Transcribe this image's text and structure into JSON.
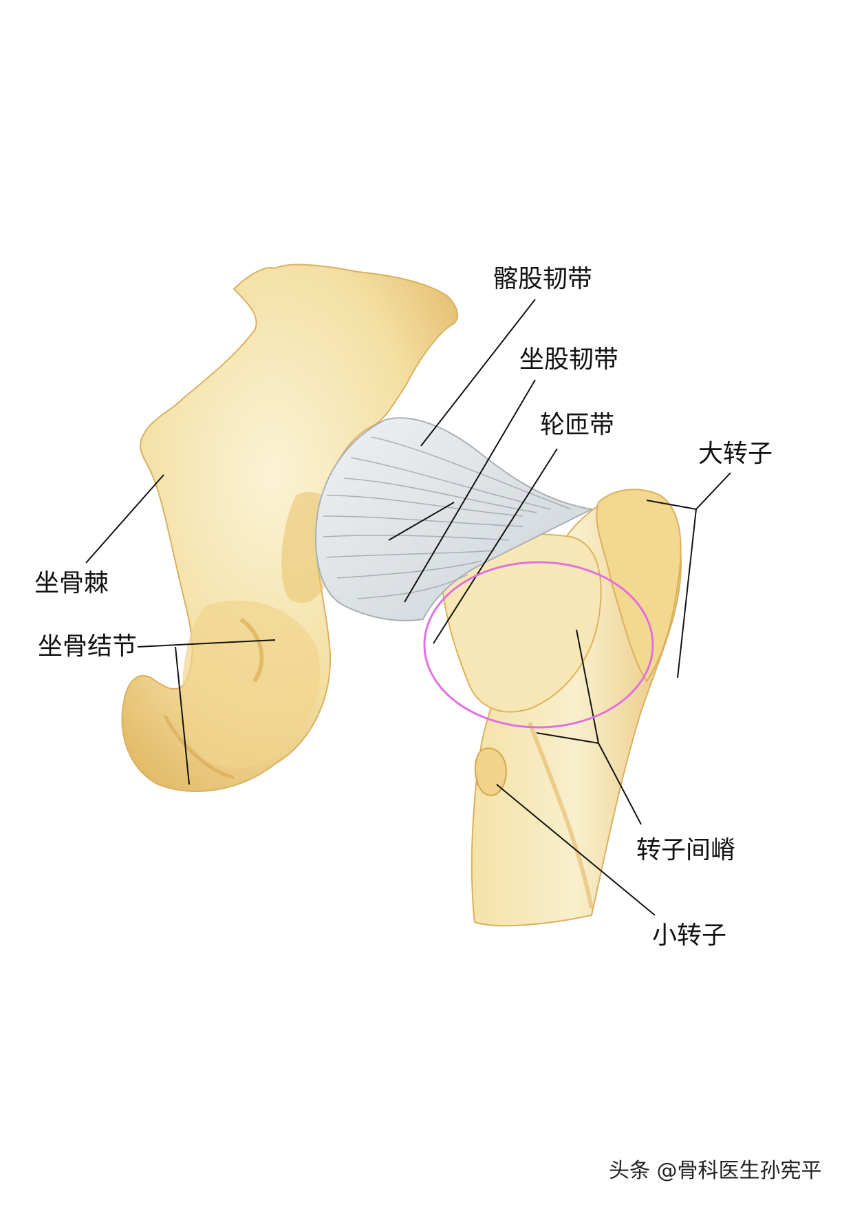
{
  "labels": {
    "iliofemoral_ligament": "髂股韧带",
    "ischiofemoral_ligament": "坐股韧带",
    "zona_orbicularis": "轮匝带",
    "greater_trochanter": "大转子",
    "ischial_spine": "坐骨棘",
    "ischial_tuberosity": "坐骨结节",
    "intertrochanteric_crest": "转子间嵴",
    "lesser_trochanter": "小转子"
  },
  "watermark": "头条 @骨科医生孙宪平",
  "colors": {
    "bone_light": "#f8ecc4",
    "bone_mid": "#f0d78e",
    "bone_shadow": "#dcb25a",
    "ligament": "#dde2e6",
    "ligament_fiber": "#9aa2a8",
    "highlight_circle": "#e070e0",
    "leader_line": "#111111"
  }
}
